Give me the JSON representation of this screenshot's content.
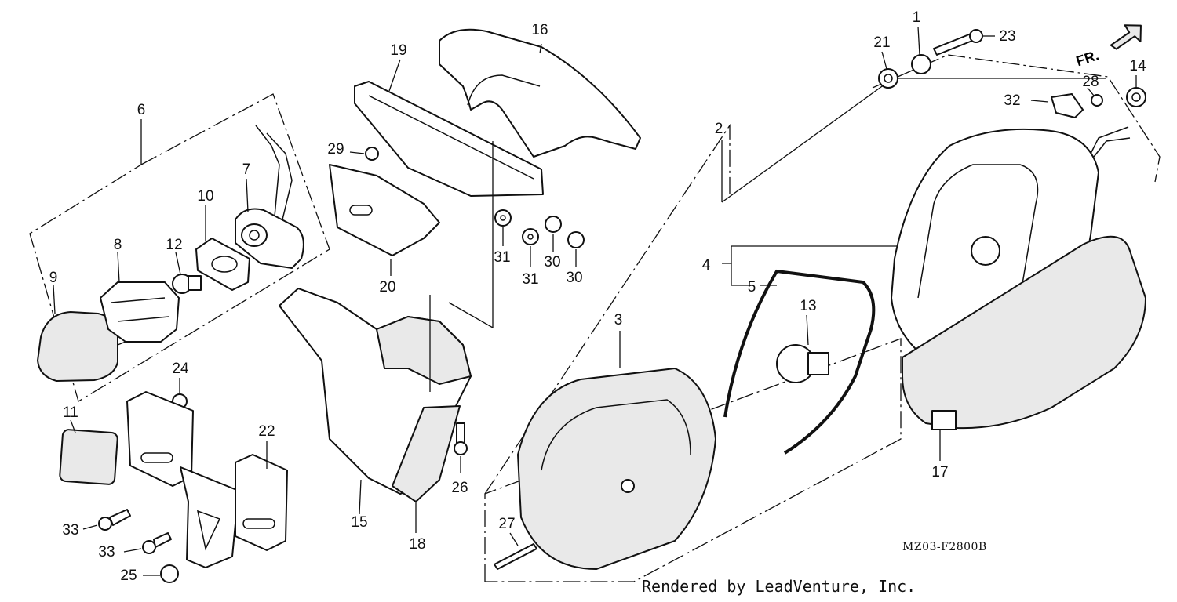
{
  "diagram": {
    "code": "MZ03-F2800B",
    "credit": "Rendered by LeadVenture, Inc.",
    "direction_label": "FR."
  },
  "callouts": [
    "1",
    "2",
    "3",
    "4",
    "5",
    "6",
    "7",
    "8",
    "9",
    "10",
    "11",
    "12",
    "13",
    "14",
    "15",
    "16",
    "17",
    "18",
    "19",
    "20",
    "21",
    "22",
    "23",
    "24",
    "25",
    "26",
    "27",
    "28",
    "29",
    "30",
    "30",
    "31",
    "31",
    "32",
    "33",
    "33"
  ]
}
